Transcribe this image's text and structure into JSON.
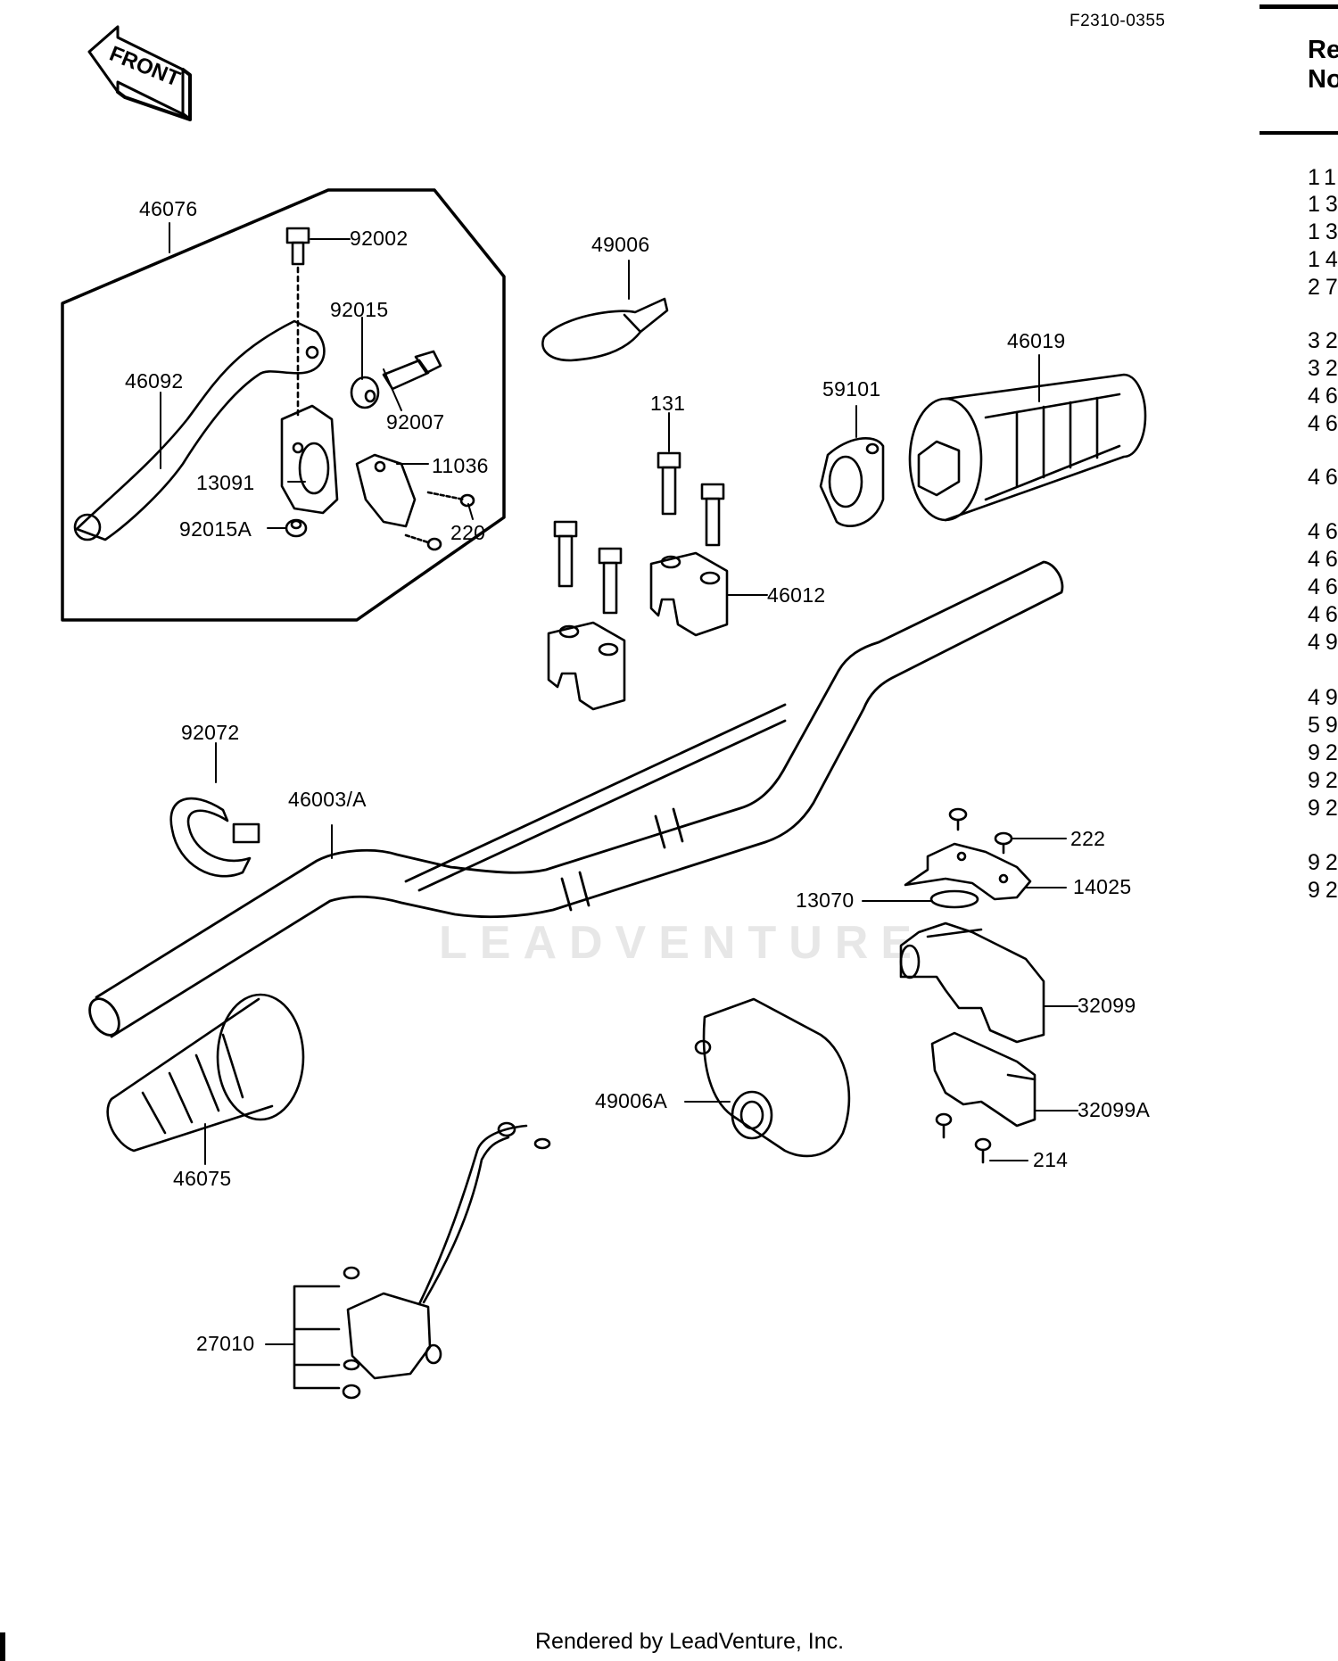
{
  "diagram_code": "F2310-0355",
  "front_badge": "FRONT",
  "watermark": "LEADVENTURE",
  "footer": "Rendered by LeadVenture, Inc.",
  "ref_table": {
    "header_line1": "Re",
    "header_line2": "No",
    "rows": [
      "11",
      "13",
      "13",
      "14",
      "27",
      "32",
      "32",
      "46",
      "46",
      "46",
      "46",
      "46",
      "46",
      "46",
      "49",
      "49",
      "59",
      "92",
      "92",
      "92",
      "92",
      "92"
    ]
  },
  "labels": {
    "l46076": "46076",
    "l92002": "92002",
    "l92015": "92015",
    "l46092": "46092",
    "l92007": "92007",
    "l11036": "11036",
    "l13091": "13091",
    "l220": "220",
    "l92015A": "92015A",
    "l49006": "49006",
    "l46019": "46019",
    "l59101": "59101",
    "l131": "131",
    "l46012": "46012",
    "l92072": "92072",
    "l46003A": "46003/A",
    "l222": "222",
    "l14025": "14025",
    "l13070": "13070",
    "l32099": "32099",
    "l49006A": "49006A",
    "l32099A": "32099A",
    "l46075": "46075",
    "l214": "214",
    "l27010": "27010"
  }
}
